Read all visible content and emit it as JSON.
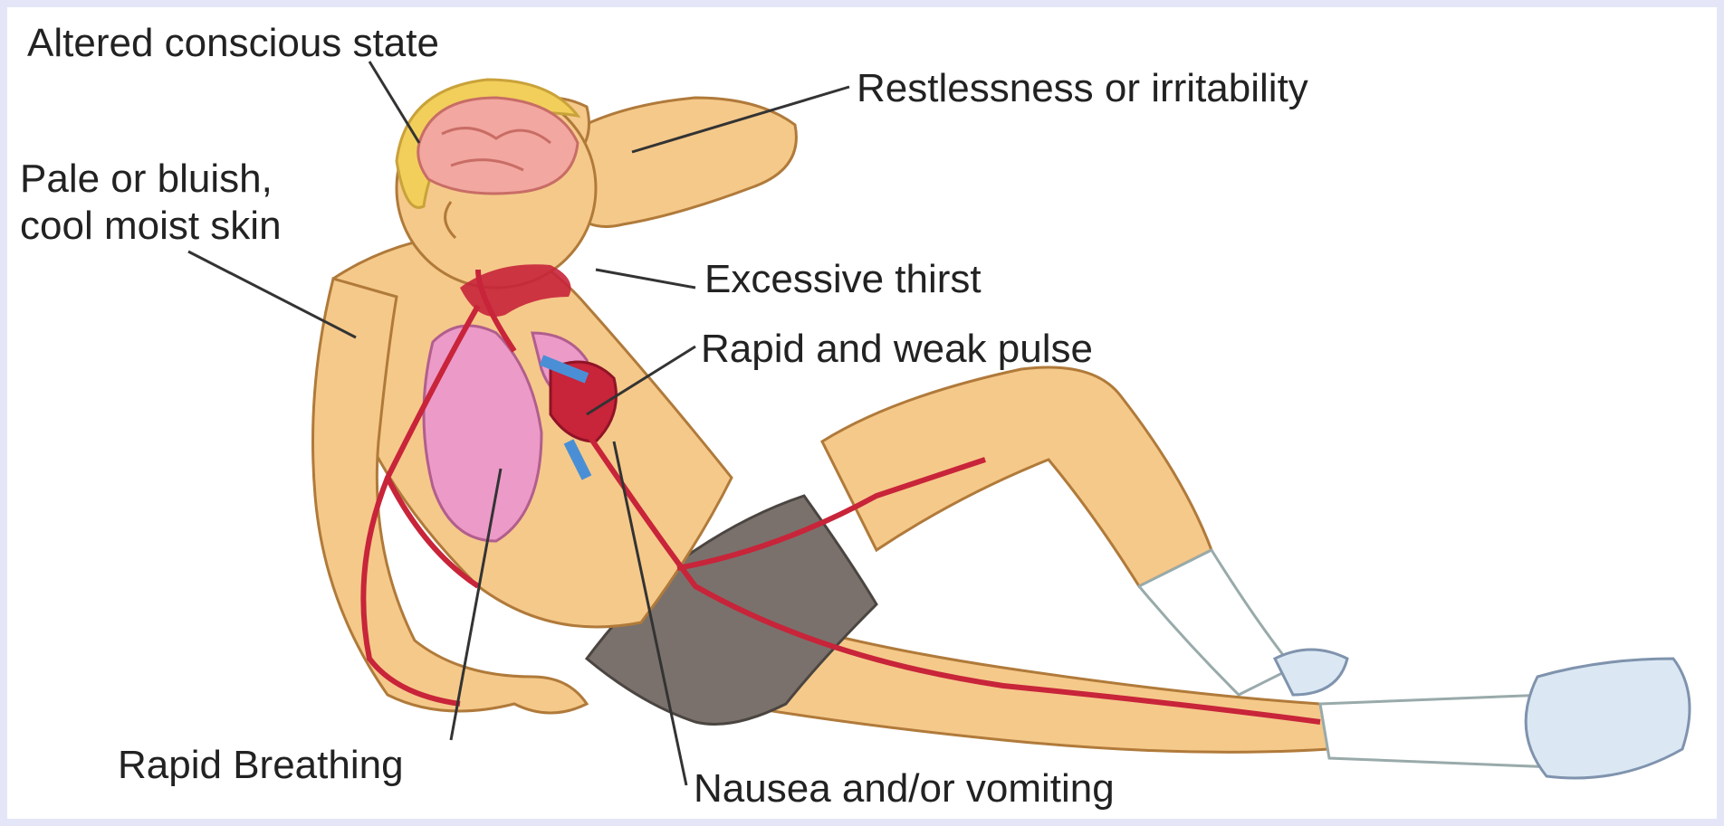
{
  "labels": {
    "altered_conscious_state": "Altered conscious state",
    "restlessness": "Restlessness or irritability",
    "pale_skin_line1": "Pale or bluish,",
    "pale_skin_line2": "cool moist skin",
    "excessive_thirst": "Excessive thirst",
    "rapid_weak_pulse": "Rapid and weak pulse",
    "rapid_breathing": "Rapid Breathing",
    "nausea": "Nausea and/or vomiting"
  },
  "icons": {
    "brain": "brain-icon",
    "lungs": "lung-icon",
    "heart": "heart-icon"
  },
  "colors": {
    "skin": "#f5c98a",
    "skin_shadow": "#e8b06a",
    "hair": "#f2cf5a",
    "brain": "#f2a7a0",
    "lung": "#ec9ac8",
    "artery": "#c8243a",
    "vein": "#4a8fd6",
    "shorts": "#7a716c",
    "sock": "#ffffff",
    "shoe": "#dbe8f4",
    "leader": "#333333",
    "frame": "#e4e6f8"
  }
}
